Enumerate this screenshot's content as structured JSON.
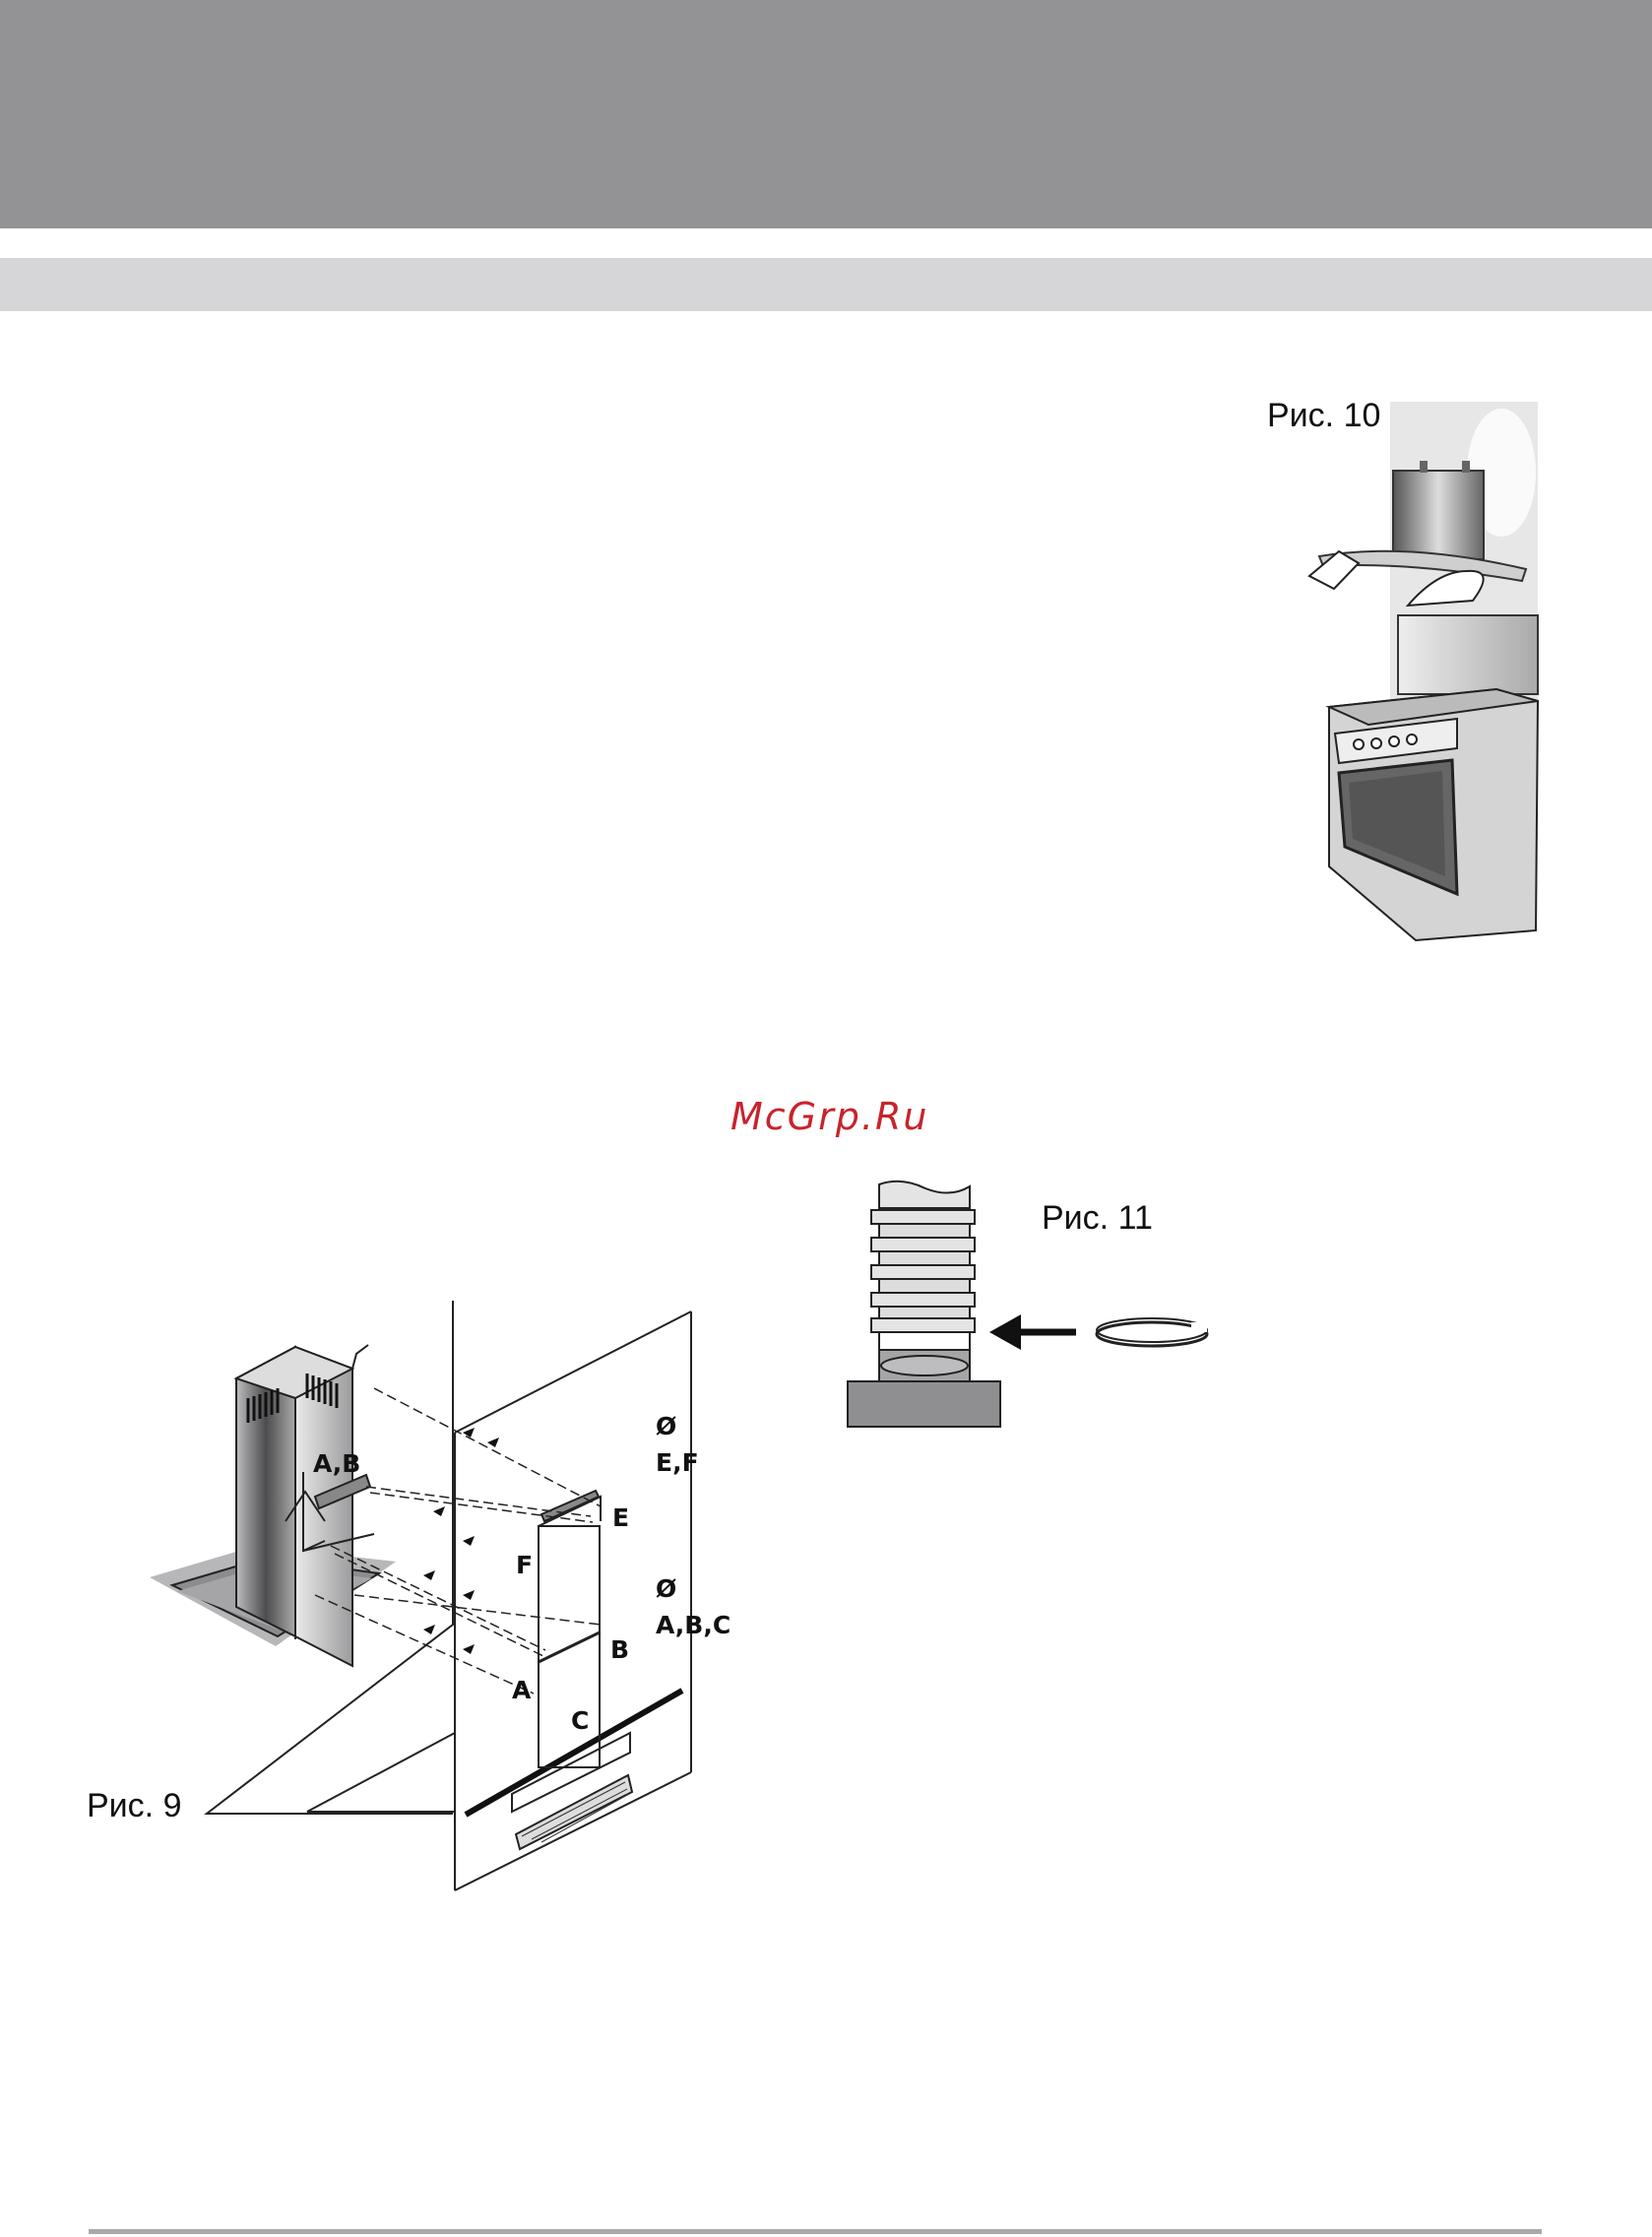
{
  "watermark": "McGrp.Ru",
  "figures": {
    "fig9": {
      "caption": "Рис. 9",
      "labels": {
        "ab": "A,B",
        "e": "E",
        "f": "F",
        "b": "B",
        "a": "A",
        "c": "C",
        "dia1": "Ø",
        "ef": "E,F",
        "dia2": "Ø",
        "abc": "A,B,C"
      }
    },
    "fig10": {
      "caption": "Рис. 10"
    },
    "fig11": {
      "caption": "Рис. 11"
    }
  },
  "colors": {
    "header": "#939396",
    "subheader": "#d6d6d8",
    "watermark": "#c8232c"
  }
}
